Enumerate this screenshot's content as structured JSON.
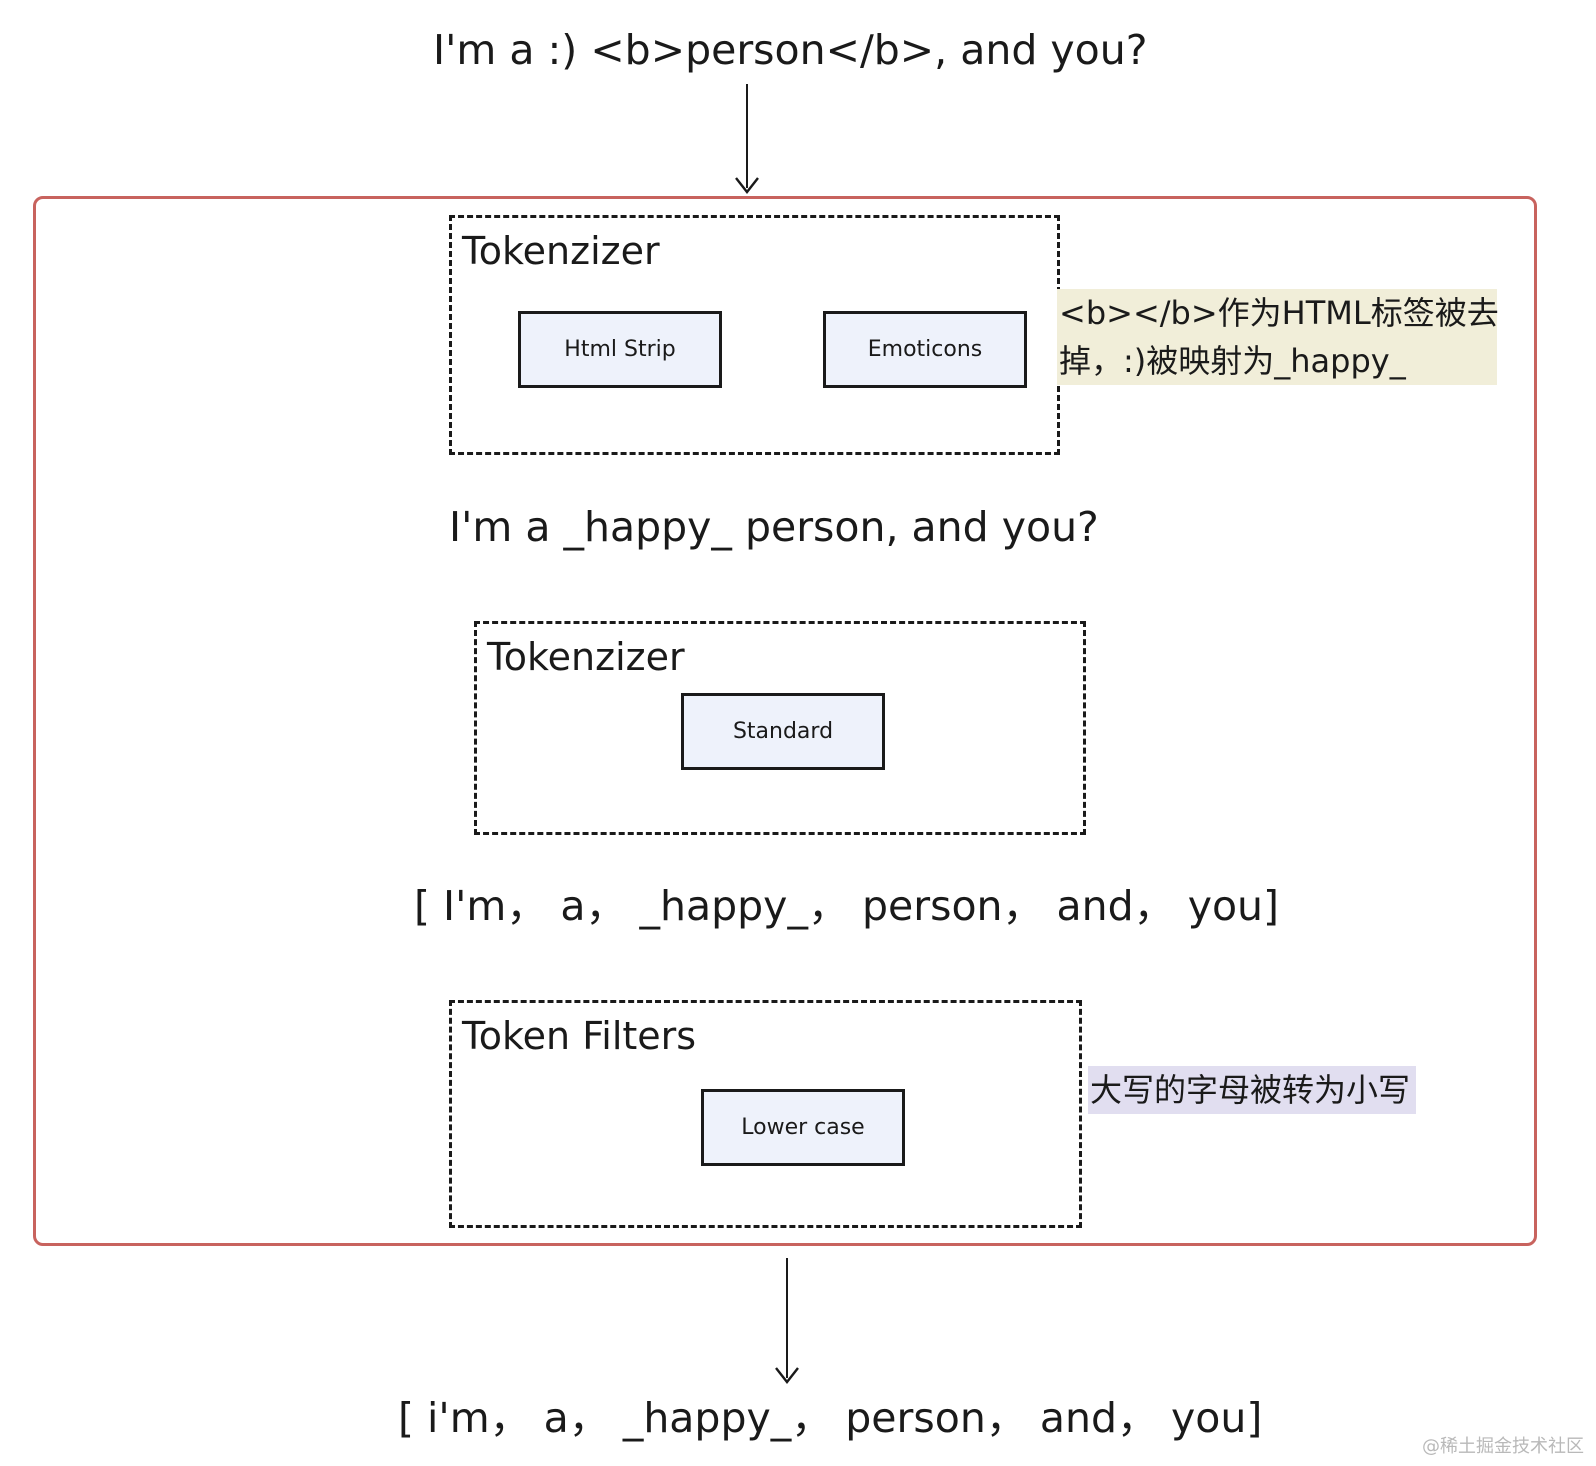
{
  "input_text": "I'm a :) <b>person</b>, and you?",
  "stage_char_filters": {
    "title": "Tokenzizer",
    "components": [
      "Html Strip",
      "Emoticons"
    ]
  },
  "note_char_filters": {
    "line1": "<b></b>作为HTML标签被去",
    "line2": "掉，:)被映射为_happy_"
  },
  "after_char_filters": "I'm a  _happy_  person, and you?",
  "stage_tokenizer": {
    "title": "Tokenzizer",
    "component": "Standard"
  },
  "after_tokenizer": "[ I'm， a， _happy_， person， and， you]",
  "stage_token_filters": {
    "title": "Token Filters",
    "component": "Lower case"
  },
  "note_token_filters": "大写的字母被转为小写",
  "output_text": "[ i'm， a， _happy_， person， and， you]",
  "watermark": "@稀土掘金技术社区",
  "colors": {
    "frame": "#c8635e",
    "component_fill": "#eef2fb",
    "note1_bg": "#f1eed9",
    "note2_bg": "#e1def0"
  }
}
